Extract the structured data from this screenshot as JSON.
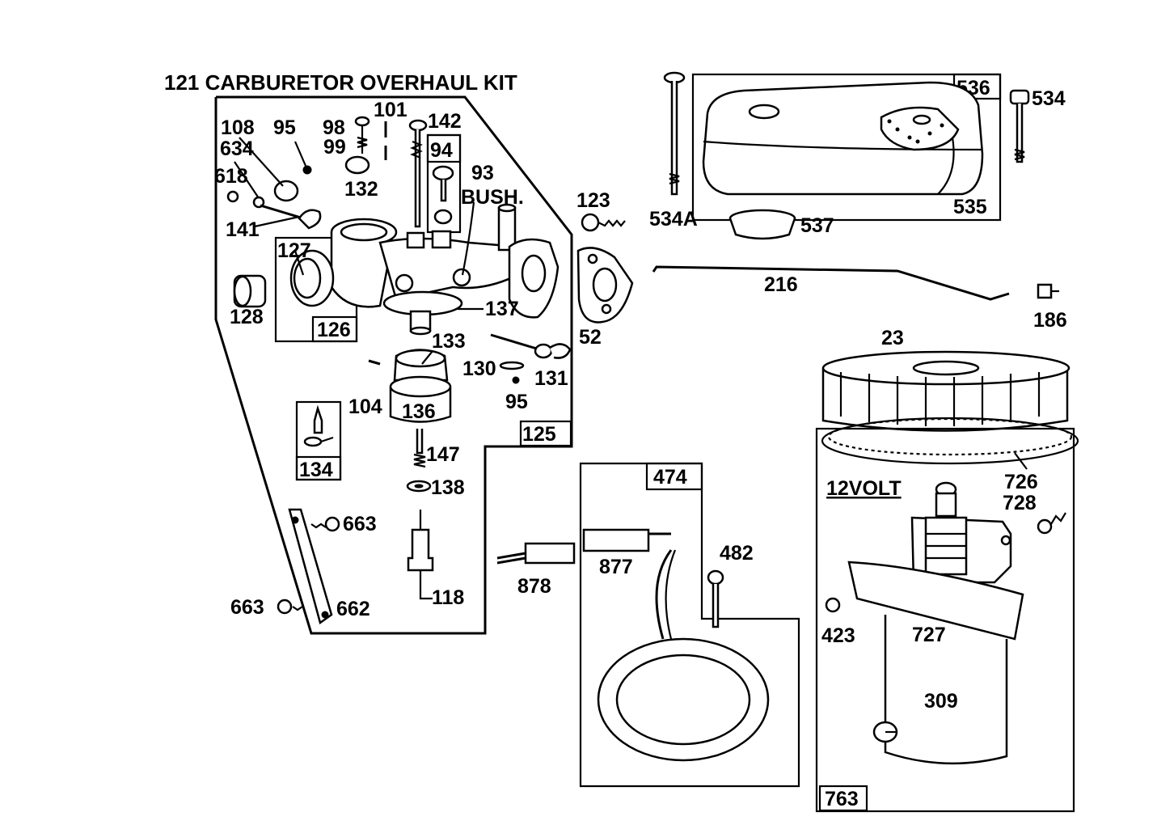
{
  "title": "121 CARBURETOR OVERHAUL KIT",
  "voltage_note": "12VOLT",
  "bush_note": "BUSH.",
  "boxed_labels": {
    "b536": "536",
    "b94": "94",
    "b126": "126",
    "b125": "125",
    "b134": "134",
    "b474": "474",
    "b763": "763"
  },
  "labels": {
    "p108": "108",
    "p95a": "95",
    "p98": "98",
    "p101": "101",
    "p142": "142",
    "p634": "634",
    "p99": "99",
    "p618": "618",
    "p132": "132",
    "p93": "93",
    "p141": "141",
    "p127": "127",
    "p123": "123",
    "p534": "534",
    "p534a": "534A",
    "p537": "537",
    "p535": "535",
    "p128": "128",
    "p137": "137",
    "p52": "52",
    "p216": "216",
    "p186": "186",
    "p23": "23",
    "p133": "133",
    "p130": "130",
    "p131": "131",
    "p95b": "95",
    "p104": "104",
    "p136": "136",
    "p147": "147",
    "p138": "138",
    "p726": "726",
    "p728": "728",
    "p663a": "663",
    "p663b": "663",
    "p662": "662",
    "p118": "118",
    "p878": "878",
    "p877": "877",
    "p482": "482",
    "p423": "423",
    "p727": "727",
    "p309": "309"
  }
}
